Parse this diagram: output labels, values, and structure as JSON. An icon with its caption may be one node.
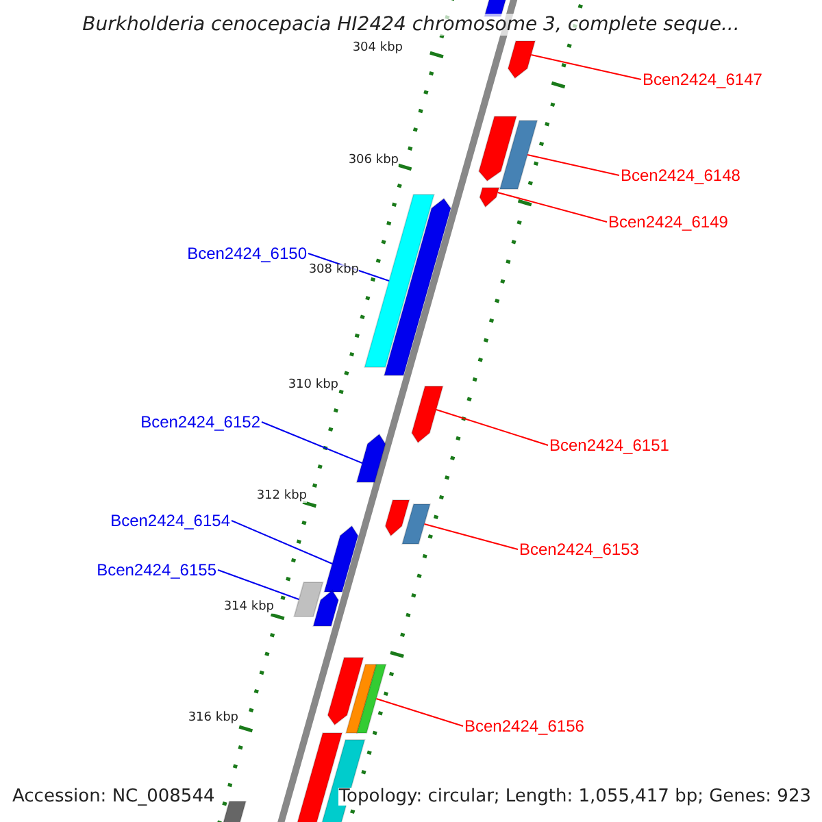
{
  "diagram": {
    "title": "Burkholderia cenocepacia HI2424 chromosome 3, complete seque...",
    "nodes": [
      {
        "text": [
          "Bcen2424_6147"
        ]
      },
      {
        "text": [
          "Bcen2424_6148"
        ]
      },
      {
        "text": [
          "Bcen2424_6149"
        ]
      },
      {
        "text": [
          "Bcen2424_6150"
        ]
      },
      {
        "text": [
          "Bcen2424_6151"
        ]
      },
      {
        "text": [
          "Bcen2424_6152"
        ]
      },
      {
        "text": [
          "Bcen2424_6153"
        ]
      },
      {
        "text": [
          "Bcen2424_6154"
        ]
      },
      {
        "text": [
          "Bcen2424_6155"
        ]
      },
      {
        "text": [
          "Bcen2424_6156"
        ]
      },
      {
        "text": [],
        "shape": "bar"
      },
      {
        "text": [],
        "shape": "bar"
      },
      {
        "text": [],
        "shape": "bar"
      },
      {
        "text": [],
        "shape": "bar"
      },
      {
        "text": [],
        "shape": "bar"
      },
      {
        "text": [],
        "shape": "bar"
      },
      {
        "text": [],
        "shape": "bar"
      },
      {
        "text": [],
        "shape": "bar"
      },
      {
        "text": [],
        "shape": "bar"
      },
      {
        "text": [],
        "shape": "bar"
      },
      {
        "text": [],
        "shape": "bar"
      },
      {
        "text": [],
        "shape": "bar"
      },
      {
        "text": [],
        "shape": "bar"
      },
      {
        "text": [],
        "shape": "bar"
      },
      {
        "text": [],
        "shape": "bar"
      },
      {
        "text": [],
        "shape": "bar"
      },
      {
        "text": [],
        "shape": "bar"
      },
      {
        "text": [],
        "shape": "bar"
      },
      {
        "text": [],
        "shape": "bar"
      },
      {
        "text": [],
        "shape": "bar"
      }
    ],
    "edges": [
      {
        "from": 0,
        "to": 11,
        "arrow": "none"
      },
      {
        "from": 1,
        "to": 13,
        "arrow": "none"
      },
      {
        "from": 2,
        "to": 14,
        "arrow": "none"
      },
      {
        "from": 3,
        "to": 15,
        "arrow": "none",
        "color": "#0000ee"
      },
      {
        "from": 4,
        "to": 17,
        "arrow": "none"
      },
      {
        "from": 5,
        "to": 18,
        "arrow": "none",
        "color": "#0000ee"
      },
      {
        "from": 6,
        "to": 20,
        "arrow": "none"
      },
      {
        "from": 7,
        "to": 21,
        "arrow": "none",
        "color": "#0000ee"
      },
      {
        "from": 8,
        "to": 22,
        "arrow": "none",
        "color": "#0000ee"
      },
      {
        "from": 9,
        "to": 26,
        "arrow": "none"
      }
    ],
    "labels": [
      "304 kbp",
      "306 kbp",
      "308 kbp",
      "310 kbp",
      "312 kbp",
      "314 kbp",
      "316 kbp",
      "Accession: NC_008544",
      "Topology: circular; Length: 1,055,417 bp; Genes: 923"
    ]
  }
}
